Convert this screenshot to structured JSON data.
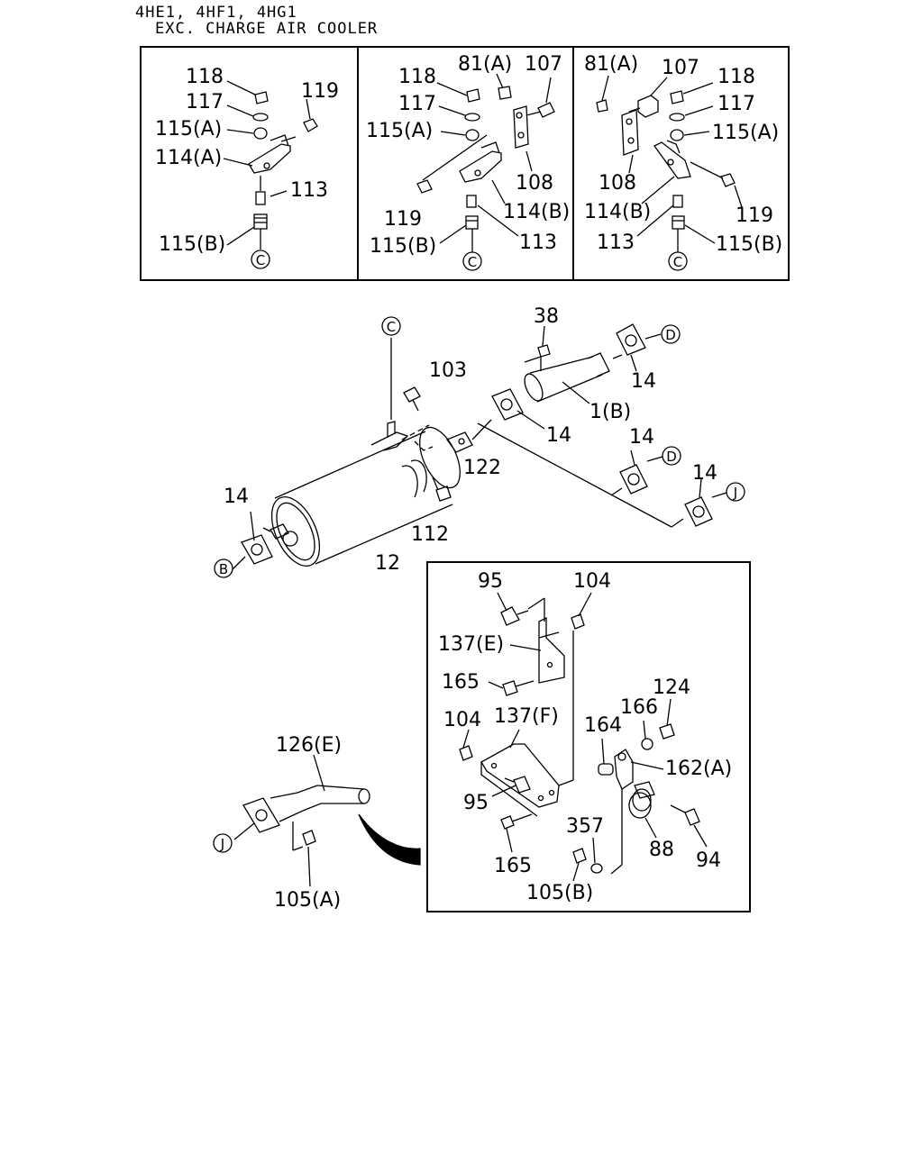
{
  "header": {
    "engines": "4HE1, 4HF1, 4HG1",
    "variant": "EXC. CHARGE AIR COOLER"
  },
  "callouts": {
    "b": "B",
    "c": "C",
    "d": "D",
    "j": "J"
  },
  "parts": {
    "p1b": "1(B)",
    "p12": "12",
    "p14": "14",
    "p38": "38",
    "p81a": "81(A)",
    "p88": "88",
    "p94": "94",
    "p95": "95",
    "p103": "103",
    "p104": "104",
    "p105a": "105(A)",
    "p105b": "105(B)",
    "p107": "107",
    "p108": "108",
    "p112": "112",
    "p113": "113",
    "p114a": "114(A)",
    "p114b": "114(B)",
    "p115a": "115(A)",
    "p115b": "115(B)",
    "p117": "117",
    "p118": "118",
    "p119": "119",
    "p122": "122",
    "p124": "124",
    "p126e": "126(E)",
    "p137e": "137(E)",
    "p137f": "137(F)",
    "p162a": "162(A)",
    "p164": "164",
    "p165": "165",
    "p166": "166",
    "p357": "357"
  }
}
